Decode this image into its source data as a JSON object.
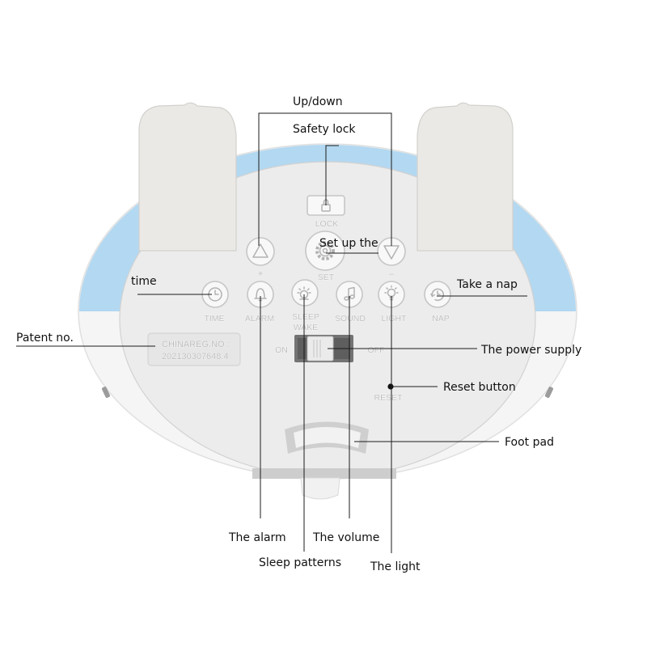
{
  "callouts": {
    "up_down": "Up/down",
    "safety_lock": "Safety lock",
    "set_up": "Set up the",
    "time": "time",
    "take_a_nap": "Take a nap",
    "patent_no": "Patent no.",
    "power_supply": "The power supply",
    "reset_button": "Reset button",
    "foot_pad": "Foot pad",
    "alarm": "The alarm",
    "volume": "The volume",
    "sleep_patterns": "Sleep patterns",
    "light": "The light"
  },
  "device_labels": {
    "lock": "LOCK",
    "set": "SET",
    "plus": "+",
    "minus": "–",
    "time": "TIME",
    "alarm": "ALARM",
    "sleep": "SLEEP",
    "wake": "WAKE",
    "sound": "SOUND",
    "light": "LIGHT",
    "nap": "NAP",
    "switch_on": "ON",
    "switch_off": "OFF",
    "reset": "RESET",
    "registration_label": "CHINAREG.NO :",
    "registration_number": "202130307648.4"
  },
  "icons": [
    "lock-icon",
    "up-triangle-icon",
    "gear-icon",
    "down-triangle-icon",
    "clock-icon",
    "bell-icon",
    "sun-moon-icon",
    "music-note-icon",
    "bulb-icon",
    "nap-clock-icon"
  ],
  "colors": {
    "body": "#f5f5f5",
    "top_band": "#b3d8f1",
    "panel": "#ececec",
    "ears": "#eae9e6",
    "leader_lines": "#1b1b1b"
  }
}
